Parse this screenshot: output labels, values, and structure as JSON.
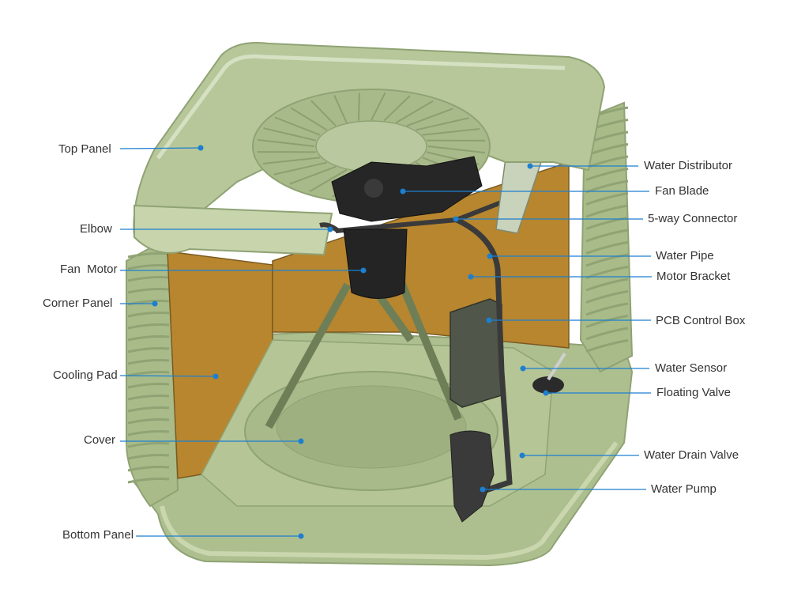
{
  "colors": {
    "leader": "#1c7fd0",
    "shell": "#b7c79a",
    "shell_dark": "#8fa374",
    "shell_light": "#d3ddbd",
    "pad": "#b8862e",
    "pad_dark": "#7a5a22",
    "motor": "#2b2b2b",
    "text": "#333333"
  },
  "labels_left": [
    {
      "id": "top-panel",
      "text": "Top Panel"
    },
    {
      "id": "elbow",
      "text": "Elbow"
    },
    {
      "id": "fan-motor",
      "text": "Fan  Motor"
    },
    {
      "id": "corner-panel",
      "text": "Corner Panel"
    },
    {
      "id": "cooling-pad",
      "text": "Cooling Pad"
    },
    {
      "id": "cover",
      "text": "Cover"
    },
    {
      "id": "bottom-panel",
      "text": "Bottom Panel"
    }
  ],
  "labels_right": [
    {
      "id": "water-distributor",
      "text": "Water Distributor"
    },
    {
      "id": "fan-blade",
      "text": "Fan Blade"
    },
    {
      "id": "5-way-connector",
      "text": "5-way Connector"
    },
    {
      "id": "water-pipe",
      "text": "Water Pipe"
    },
    {
      "id": "motor-bracket",
      "text": "Motor Bracket"
    },
    {
      "id": "pcb-control-box",
      "text": "PCB Control Box"
    },
    {
      "id": "water-sensor",
      "text": "Water Sensor"
    },
    {
      "id": "floating-valve",
      "text": "Floating Valve"
    },
    {
      "id": "water-drain-valve",
      "text": "Water Drain Valve"
    },
    {
      "id": "water-pump",
      "text": "Water Pump"
    }
  ]
}
